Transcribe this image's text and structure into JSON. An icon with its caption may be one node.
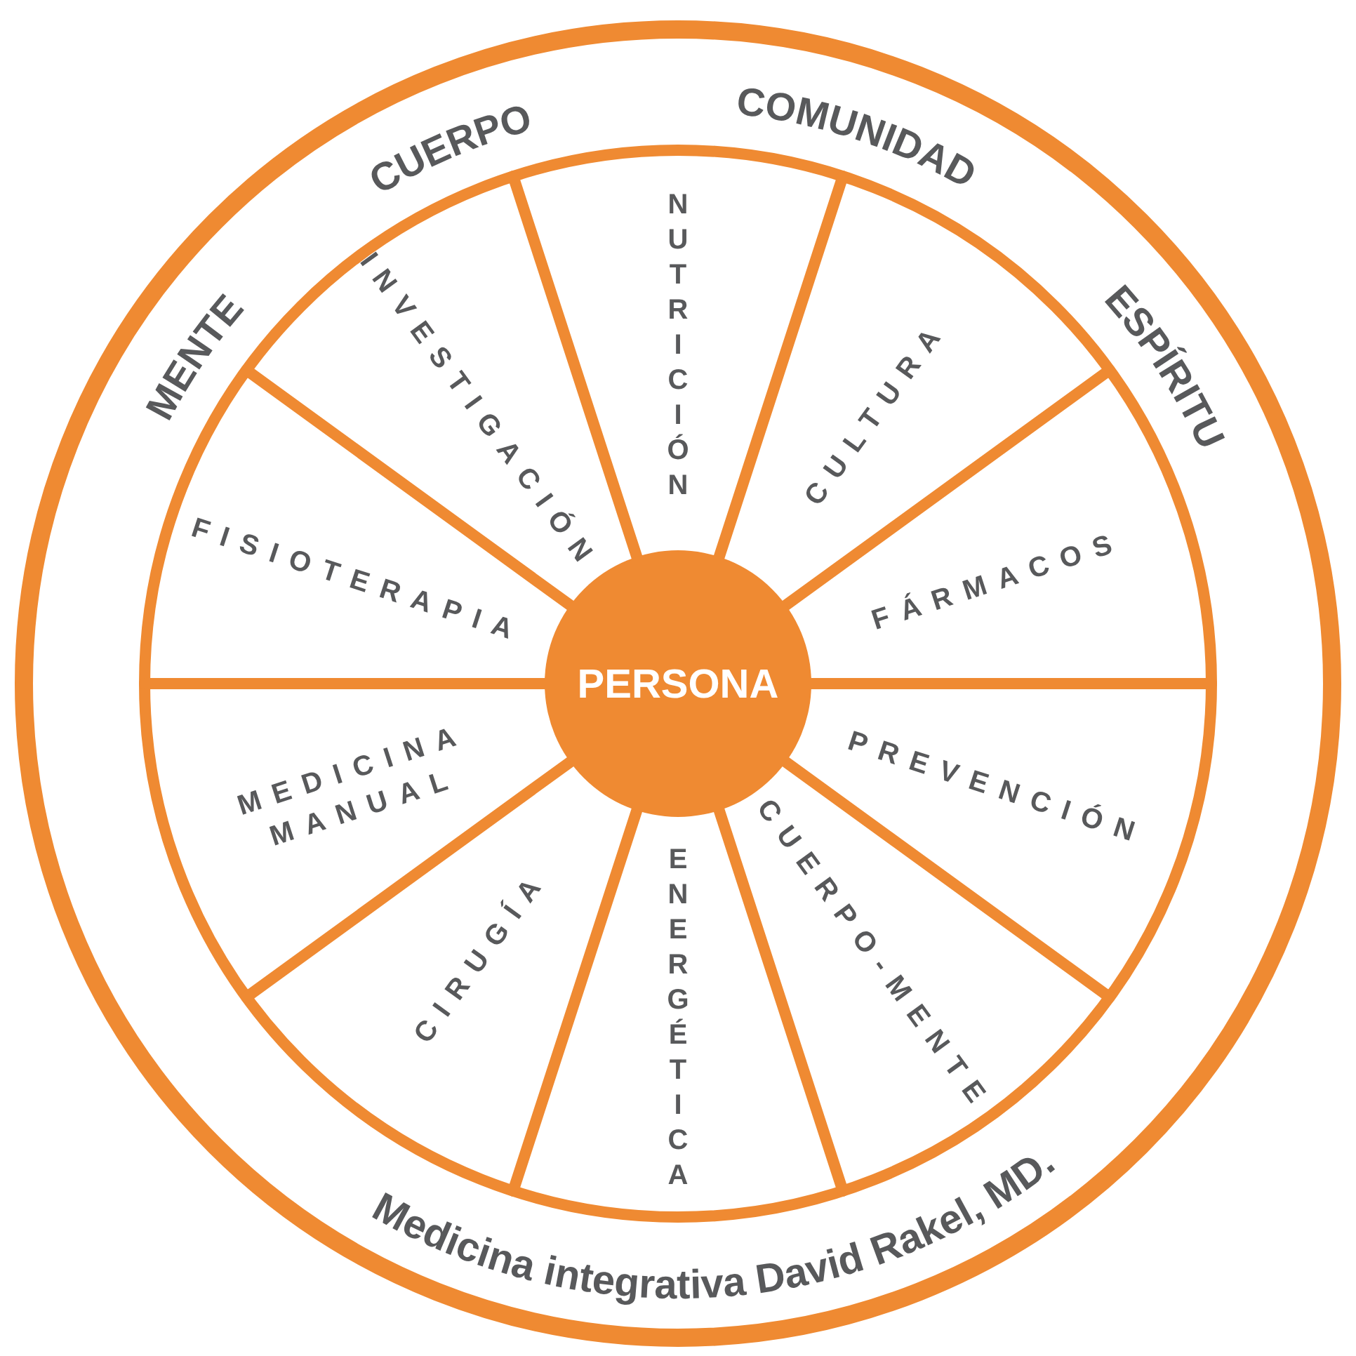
{
  "diagram": {
    "caption": "Medicina integrativa David Rakel, MD.",
    "nodes": [
      {
        "text": [
          "MENTE",
          "CUERPO",
          "COMUNIDAD",
          "ESPÍRITU"
        ]
      },
      {
        "text": [],
        "shape": "circle",
        "in": 0
      },
      {
        "text": [
          "NUTRICIÓN"
        ],
        "in": 1
      },
      {
        "text": [
          "CULTURA"
        ],
        "in": 1
      },
      {
        "text": [
          "FÁRMACOS"
        ],
        "in": 1
      },
      {
        "text": [
          "PREVENCIÓN"
        ],
        "in": 1
      },
      {
        "text": [
          "CUERPO-MENTE"
        ],
        "in": 1
      },
      {
        "text": [
          "ENERGÉTICA"
        ],
        "in": 1
      },
      {
        "text": [
          "CIRUGÍA"
        ],
        "in": 1
      },
      {
        "text": [
          "MEDICINA MANUAL"
        ],
        "in": 1
      },
      {
        "text": [
          "FISIOTERAPIA"
        ],
        "in": 1
      },
      {
        "text": [
          "INVESTIGACIÓN"
        ],
        "in": 1
      },
      {
        "text": [
          "PERSONA"
        ],
        "in": 1
      }
    ]
  }
}
